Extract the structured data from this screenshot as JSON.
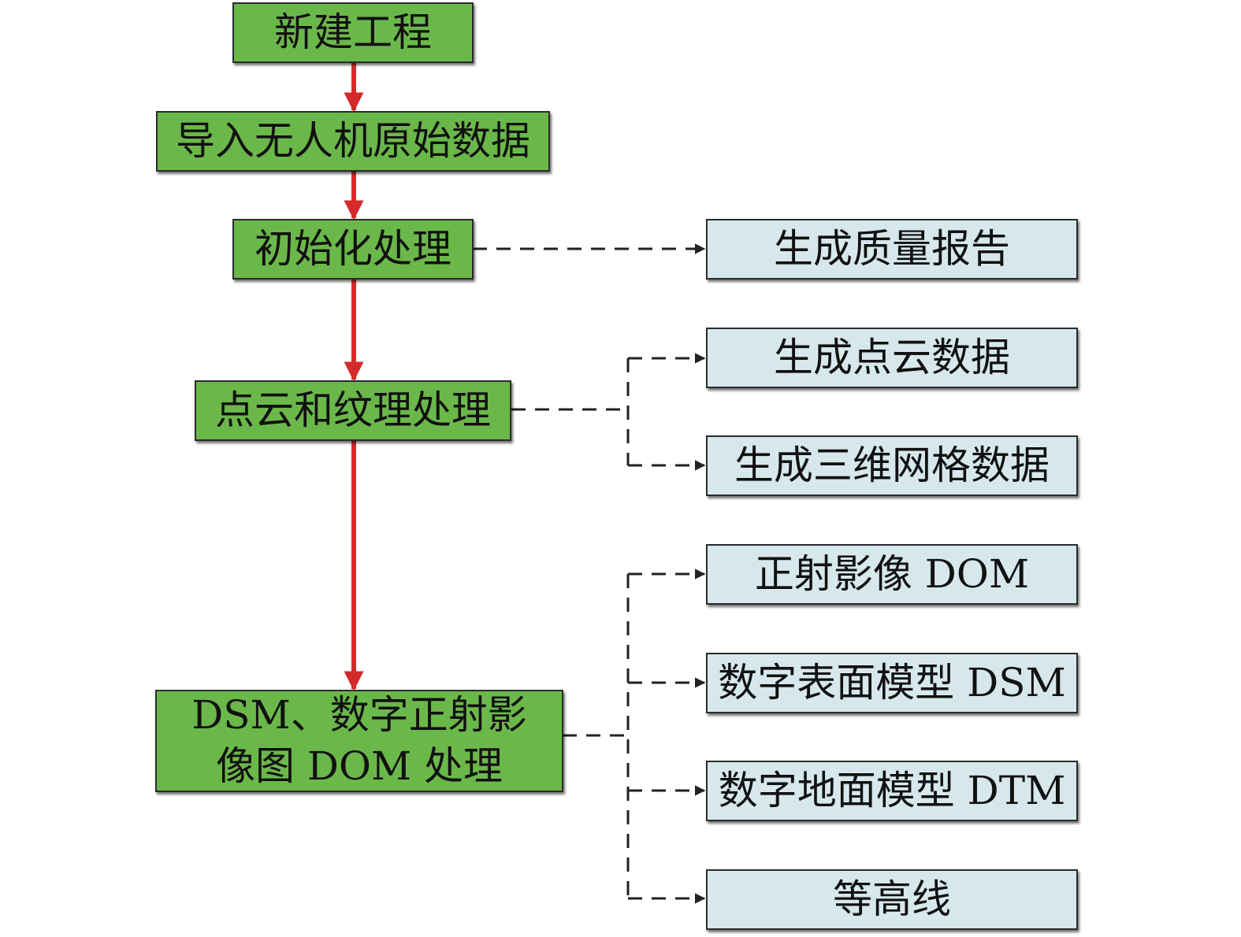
{
  "colors": {
    "step_fill": "#6bb84a",
    "output_fill": "#d6e8ec",
    "main_arrow": "#d42a2a",
    "dashed_arrow": "#222222"
  },
  "steps": [
    {
      "label": "新建工程"
    },
    {
      "label": "导入无人机原始数据"
    },
    {
      "label": "初始化处理"
    },
    {
      "label": "点云和纹理处理"
    },
    {
      "line1": "DSM、数字正射影",
      "line2": "像图 DOM 处理"
    }
  ],
  "outputs": [
    {
      "label": "生成质量报告"
    },
    {
      "label": "生成点云数据"
    },
    {
      "label": "生成三维网格数据"
    },
    {
      "label": "正射影像 DOM"
    },
    {
      "label": "数字表面模型 DSM"
    },
    {
      "label": "数字地面模型 DTM"
    },
    {
      "label": "等高线"
    }
  ]
}
